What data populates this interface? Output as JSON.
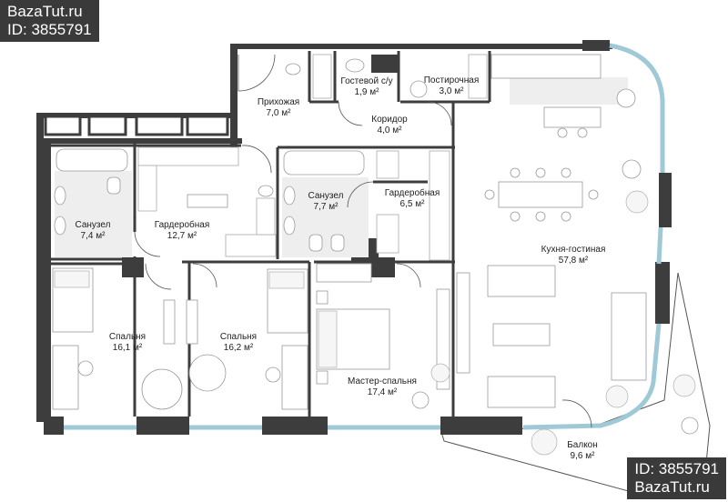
{
  "watermark": {
    "top": {
      "site": "BazaTut.ru",
      "id": "ID: 3855791"
    },
    "bottom": {
      "id": "ID: 3855791",
      "site": "BazaTut.ru"
    }
  },
  "rooms": [
    {
      "key": "hall",
      "name": "Прихожая",
      "area": "7,0 м²"
    },
    {
      "key": "guest_wc",
      "name": "Гостевой с/у",
      "area": "1,9 м²"
    },
    {
      "key": "laundry",
      "name": "Постирочная",
      "area": "3,0 м²"
    },
    {
      "key": "corridor",
      "name": "Коридор",
      "area": "4,0 м²"
    },
    {
      "key": "bath1",
      "name": "Санузел",
      "area": "7,4 м²"
    },
    {
      "key": "wardrobe1",
      "name": "Гардеробная",
      "area": "12,7 м²"
    },
    {
      "key": "bath2",
      "name": "Санузел",
      "area": "7,7 м²"
    },
    {
      "key": "wardrobe2",
      "name": "Гардеробная",
      "area": "6,5 м²"
    },
    {
      "key": "kitchen",
      "name": "Кухня-гостиная",
      "area": "57,8 м²"
    },
    {
      "key": "bedroom1",
      "name": "Спальня",
      "area": "16,1 м²"
    },
    {
      "key": "bedroom2",
      "name": "Спальня",
      "area": "16,2 м²"
    },
    {
      "key": "master",
      "name": "Мастер-спальня",
      "area": "17,4 м²"
    },
    {
      "key": "balcony",
      "name": "Балкон",
      "area": "9,6 м²"
    }
  ],
  "colors": {
    "wall": "#3d3d3d",
    "glass": "#9fc9d6",
    "watermark_bg": "#3a3a3a"
  }
}
